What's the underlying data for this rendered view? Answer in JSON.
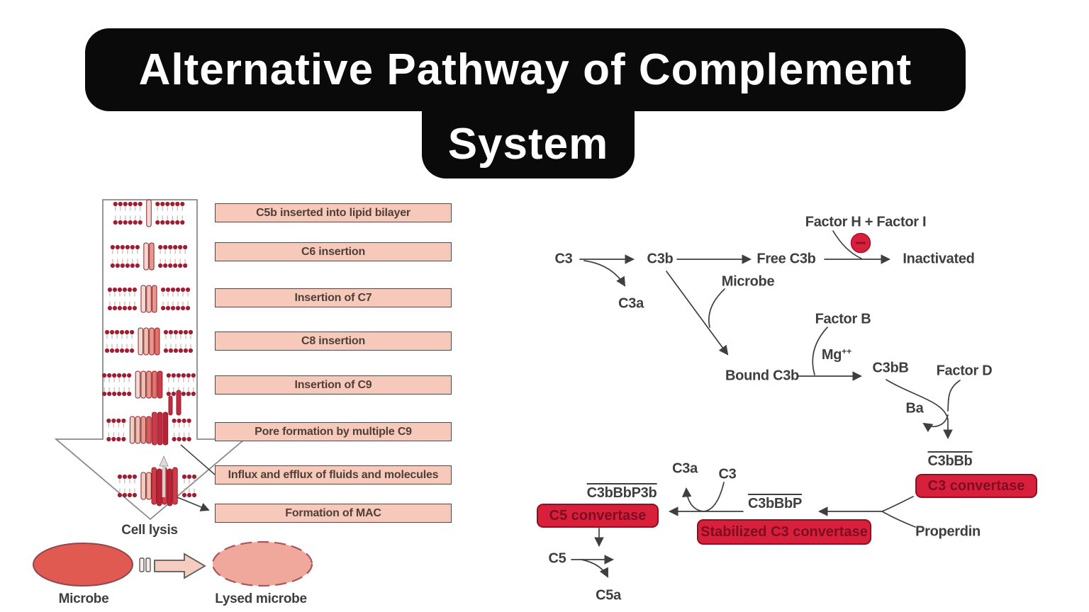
{
  "title": {
    "line1": "Alternative Pathway of Complement",
    "line2": "System"
  },
  "colors": {
    "banner_black": "#0a0a0a",
    "accent_red": "#d8203c",
    "red_box_border": "#8c0f22",
    "red_box_text": "#7d0e22",
    "pink_box_fill": "#f6c9ba",
    "pink_box_text": "#4e3f37",
    "flow_line": "#3f3f3f",
    "microbe_fill": "#e15a52",
    "lysed_microbe_fill": "#efa89b"
  },
  "mac_panel": {
    "steps": [
      "C5b inserted into lipid bilayer",
      "C6 insertion",
      "Insertion of C7",
      "C8 insertion",
      "Insertion of C9",
      "Pore formation by multiple C9",
      "Influx and efflux of fluids and molecules",
      "Formation of MAC"
    ],
    "cell_lysis_label": "Cell lysis",
    "microbe_label": "Microbe",
    "lysed_microbe_label": "Lysed microbe"
  },
  "pathway": {
    "c3": "C3",
    "c3a_top": "C3a",
    "c3b": "C3b",
    "free_c3b": "Free C3b",
    "inactivated": "Inactivated",
    "factor_h_i": "Factor H + Factor I",
    "microbe": "Microbe",
    "bound_c3b": "Bound C3b",
    "factor_b": "Factor B",
    "mg": "Mg",
    "mg_sup": "++",
    "c3bb": "C3bB",
    "factor_d": "Factor D",
    "ba": "Ba",
    "c3bbb": "C3bBb",
    "c3_convertase": "C3 convertase",
    "properdin": "Properdin",
    "c3bbbp": "C3bBbP",
    "stabilized_c3_convertase": "Stabilized C3 convertase",
    "c3a_mid": "C3a",
    "c3_mid": "C3",
    "c3bbbp3b": "C3bBbP3b",
    "c5_convertase": "C5 convertase",
    "c5": "C5",
    "c5a": "C5a"
  }
}
